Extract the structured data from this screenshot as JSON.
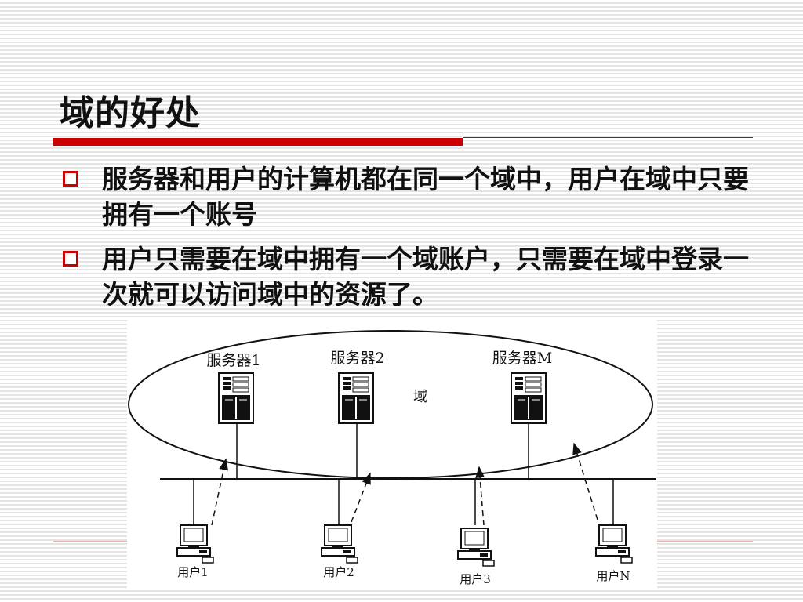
{
  "slide": {
    "title": "域的好处",
    "bullets": [
      {
        "text": "服务器和用户的计算机都在同一个域中，用户在域中只要拥有一个账号"
      },
      {
        "text": "用户只需要在域中拥有一个域账户，只需要在域中登录一次就可以访问域中的资源了。"
      }
    ]
  },
  "diagram": {
    "domain_label": "域",
    "servers": [
      {
        "label": "服务器1"
      },
      {
        "label": "服务器2"
      },
      {
        "label": "服务器M"
      }
    ],
    "users": [
      {
        "label": "用户1"
      },
      {
        "label": "用户2"
      },
      {
        "label": "用户3"
      },
      {
        "label": "用户N"
      }
    ]
  },
  "colors": {
    "accent": "#cc0000",
    "text": "#111111",
    "background_stripe": "#e4e4e4"
  }
}
